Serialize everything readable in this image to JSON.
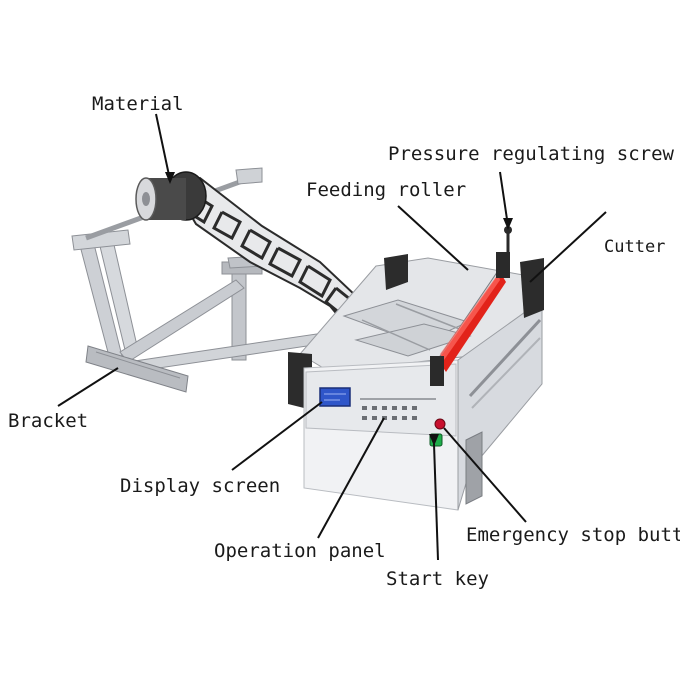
{
  "labels": {
    "material": "Material",
    "pressure_screw": "Pressure regulating screw",
    "feeding_roller": "Feeding roller",
    "cutter": "Cutter",
    "bracket": "Bracket",
    "display_screen": "Display screen",
    "operation_panel": "Operation panel",
    "emergency_stop": "Emergency stop button",
    "start_key": "Start key"
  },
  "colors": {
    "frame": "#c9ccd1",
    "frame_dark": "#8d9096",
    "body": "#f1f2f4",
    "roller_red": "#e2231a",
    "screen_blue": "#2f56c9",
    "start_green": "#1fae4b",
    "stop_red": "#c8102e",
    "film": "#2b2b2b",
    "leader": "#111111"
  }
}
